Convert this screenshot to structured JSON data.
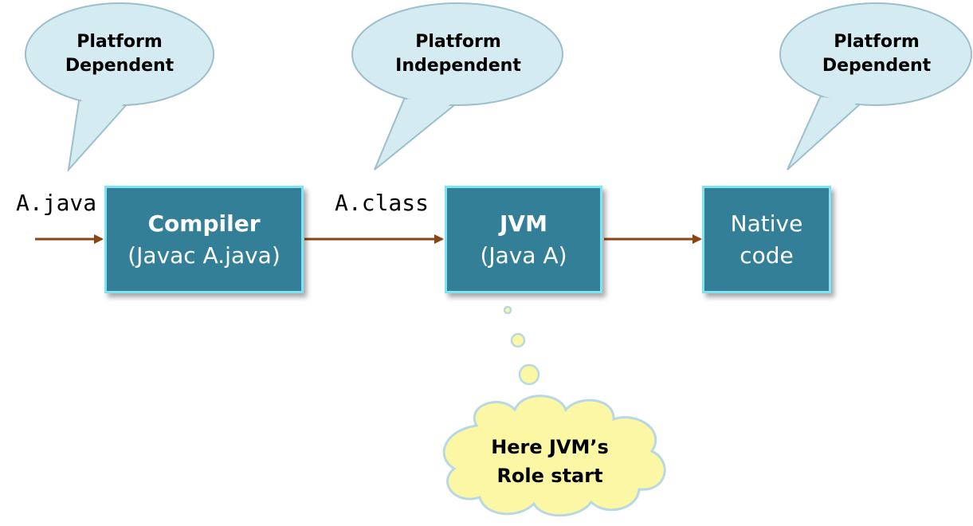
{
  "bubbles": [
    {
      "line1": "Platform",
      "line2": "Dependent"
    },
    {
      "line1": "Platform",
      "line2": "Independent"
    },
    {
      "line1": "Platform",
      "line2": "Dependent"
    }
  ],
  "files": {
    "source": "A.java",
    "bytecode": "A.class"
  },
  "boxes": {
    "compiler": {
      "title": "Compiler",
      "subtitle": "(Javac A.java)"
    },
    "jvm": {
      "title": "JVM",
      "subtitle": "(Java A)"
    },
    "native": {
      "line1": "Native",
      "line2": "code"
    }
  },
  "thought": {
    "line1": "Here JVM’s",
    "line2": "Role start"
  },
  "colors": {
    "box_fill": "#337f98",
    "box_border": "#7fe3f6",
    "bubble_fill": "#d5ebf2",
    "bubble_stroke": "#9bbfcc",
    "arrow": "#8b4513",
    "cloud_fill": "#fbf7a5",
    "cloud_stroke": "#b9d8e3"
  }
}
